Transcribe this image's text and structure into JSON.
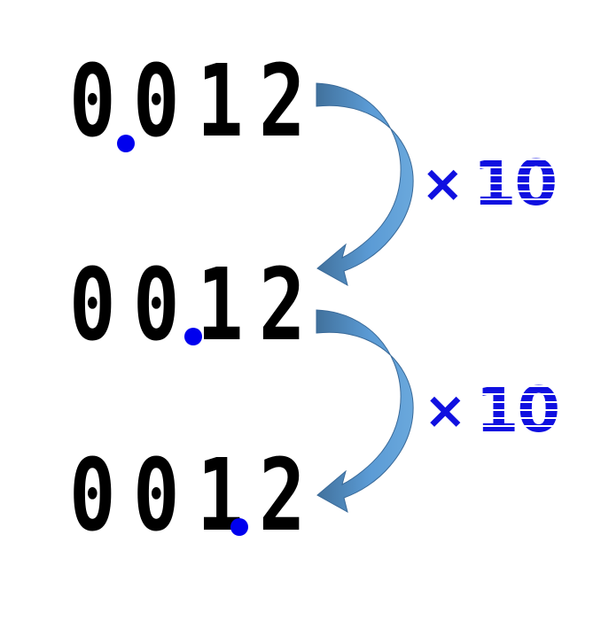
{
  "rows": [
    {
      "digits": [
        "0",
        "0",
        "1",
        "2"
      ],
      "point_after_digit": 1,
      "display": "0.012"
    },
    {
      "digits": [
        "0",
        "0",
        "1",
        "2"
      ],
      "point_after_digit": 2,
      "display": "00.12"
    },
    {
      "digits": [
        "0",
        "0",
        "1",
        "2"
      ],
      "point_after_digit": 3,
      "display": "001.2"
    }
  ],
  "factors": [
    {
      "times": "×",
      "value": "10"
    },
    {
      "times": "×",
      "value": "10"
    }
  ],
  "colors": {
    "digit": "#000000",
    "decimal_point": "#0000ee",
    "factor_text": "#1010e0",
    "arrow_light": "#5b9bd5",
    "arrow_dark": "#41719c"
  }
}
